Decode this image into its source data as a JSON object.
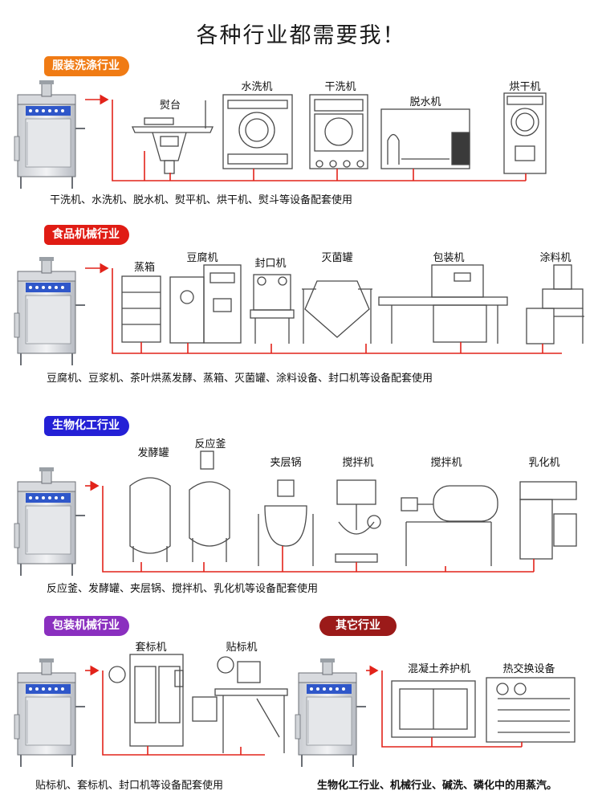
{
  "title": "各种行业都需要我！",
  "sections": [
    {
      "tag": "服装洗涤行业",
      "machines": [
        "熨台",
        "水洗机",
        "干洗机",
        "脱水机",
        "烘干机"
      ],
      "caption": "干洗机、水洗机、脱水机、熨平机、烘干机、熨斗等设备配套使用"
    },
    {
      "tag": "食品机械行业",
      "machines": [
        "蒸箱",
        "豆腐机",
        "封口机",
        "灭菌罐",
        "包装机",
        "涂料机"
      ],
      "caption": "豆腐机、豆浆机、茶叶烘蒸发酵、蒸箱、灭菌罐、涂料设备、封口机等设备配套使用"
    },
    {
      "tag": "生物化工行业",
      "machines": [
        "发酵罐",
        "反应釜",
        "夹层锅",
        "搅拌机",
        "搅拌机",
        "乳化机"
      ],
      "caption": "反应釜、发酵罐、夹层锅、搅拌机、乳化机等设备配套使用"
    },
    {
      "tag": "包装机械行业",
      "machines": [
        "套标机",
        "贴标机"
      ],
      "caption": "贴标机、套标机、封口机等设备配套使用"
    },
    {
      "tag": "其它行业",
      "machines": [
        "混凝土养护机",
        "热交换设备"
      ],
      "caption": "生物化工行业、机械行业、碱洗、磷化中的用蒸汽。"
    }
  ],
  "colors": {
    "pipe": "#e2231a",
    "tag_1": "#f07b14",
    "tag_2": "#e01c14",
    "tag_3": "#2420d6",
    "tag_4": "#8a2fbf",
    "tag_5": "#9b1a19",
    "outline": "#4a4a4a",
    "panel_blue": "#2f57c9"
  }
}
